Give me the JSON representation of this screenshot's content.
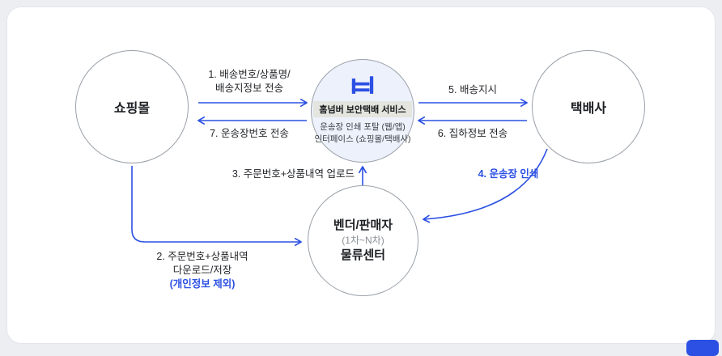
{
  "nodes": {
    "shopping_mall": {
      "label": "쇼핑몰"
    },
    "service": {
      "title": "홈넘버 보안택배 서비스",
      "line1": "운송장 인쇄 포탈 (웹/앱)",
      "line2": "인터페이스 (쇼핑몰/택배사)",
      "logo": "homenumber-logo"
    },
    "courier": {
      "label": "택배사"
    },
    "vendor": {
      "line1": "벤더/판매자",
      "line2": "(1차~N차)",
      "line3": "물류센터"
    }
  },
  "edges": {
    "e1": {
      "line1": "1. 배송번호/상품명/",
      "line2": "배송지정보 전송"
    },
    "e7": {
      "label": "7. 운송장번호 전송"
    },
    "e5": {
      "label": "5. 배송지시"
    },
    "e6": {
      "label": "6. 집하정보 전송"
    },
    "e3": {
      "label": "3. 주문번호+상품내역 업로드"
    },
    "e4": {
      "label": "4. 운송장 인쇄"
    },
    "e2": {
      "line1": "2. 주문번호+상품내역",
      "line2": "다운로드/저장",
      "line3": "(개인정보 제외)"
    }
  },
  "colors": {
    "arrow": "#2b50e3",
    "accent_text": "#2b50e3",
    "service_fill": "#edf1fb",
    "title_bg": "#e3e5de",
    "circle_border": "#9aa0a8"
  }
}
